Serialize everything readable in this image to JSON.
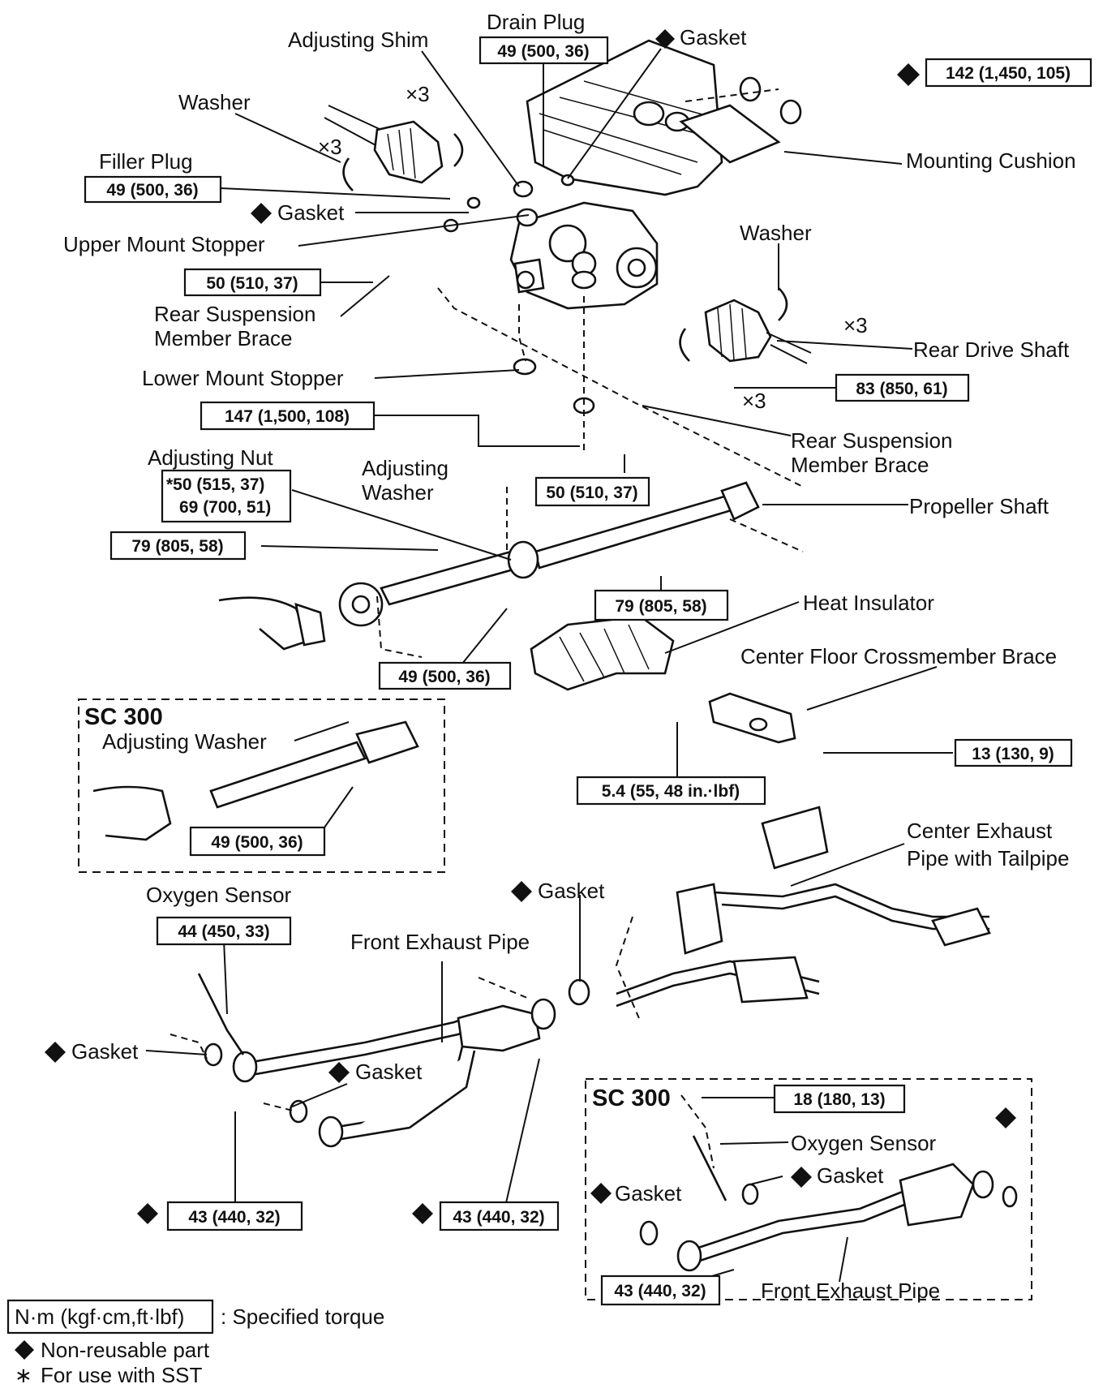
{
  "labels": {
    "drain_plug": "Drain Plug",
    "adjusting_shim": "Adjusting Shim",
    "gasket_top": "Gasket",
    "washer_left": "Washer",
    "filler_plug": "Filler Plug",
    "gasket_filler": "Gasket",
    "upper_mount_stopper": "Upper Mount Stopper",
    "rear_susp_brace_left_1": "Rear Suspension",
    "rear_susp_brace_left_2": "Member Brace",
    "lower_mount_stopper": "Lower Mount Stopper",
    "adjusting_nut": "Adjusting Nut",
    "adjusting_washer_1": "Adjusting",
    "adjusting_washer_2": "Washer",
    "mounting_cushion": "Mounting Cushion",
    "washer_right": "Washer",
    "rear_drive_shaft": "Rear Drive Shaft",
    "rear_susp_brace_right_1": "Rear Suspension",
    "rear_susp_brace_right_2": "Member Brace",
    "propeller_shaft": "Propeller Shaft",
    "heat_insulator": "Heat Insulator",
    "center_floor_brace": "Center Floor Crossmember Brace",
    "sc300_a": "SC 300",
    "sc300_adjusting_washer": "Adjusting Washer",
    "center_exhaust_1": "Center Exhaust",
    "center_exhaust_2": "Pipe with Tailpipe",
    "oxygen_sensor": "Oxygen Sensor",
    "front_exhaust_pipe": "Front Exhaust Pipe",
    "gasket_exhaust_mid": "Gasket",
    "gasket_exhaust_left": "Gasket",
    "gasket_exhaust_lower": "Gasket",
    "sc300_b": "SC 300",
    "sc300_oxygen_sensor": "Oxygen Sensor",
    "sc300_gasket_right": "Gasket",
    "sc300_gasket_left": "Gasket",
    "sc300_front_exhaust": "Front Exhaust Pipe",
    "x3_a": "×3",
    "x3_b": "×3",
    "x3_c": "×3",
    "x3_d": "×3"
  },
  "torques": {
    "drain_plug": "49 (500, 36)",
    "mounting": "142 (1,450, 105)",
    "filler_plug": "49 (500, 36)",
    "brace_left": "50 (510, 37)",
    "drive_shaft": "83 (850, 61)",
    "lower_mount": "147 (1,500, 108)",
    "adjusting_nut_a": "*50 (515, 37)",
    "adjusting_nut_b": "69 (700, 51)",
    "brace_right": "50 (510, 37)",
    "prop_left": "79 (805, 58)",
    "prop_right": "79 (805, 58)",
    "center_bearing": "49 (500, 36)",
    "crossmember": "13 (130, 9)",
    "heat_insulator": "5.4 (55, 48 in.·lbf)",
    "sc300_shaft": "49 (500, 36)",
    "oxygen_sensor": "44 (450, 33)",
    "exhaust_left": "43 (440, 32)",
    "exhaust_mid": "43 (440, 32)",
    "sc300_sensor": "18 (180, 13)",
    "sc300_exhaust": "43 (440, 32)"
  },
  "legend": {
    "torque_unit": "N·m (kgf·cm,ft·lbf)",
    "torque_desc": ": Specified torque",
    "nonreusable": "Non-reusable part",
    "sst": "For use with SST",
    "asterisk": "∗"
  }
}
